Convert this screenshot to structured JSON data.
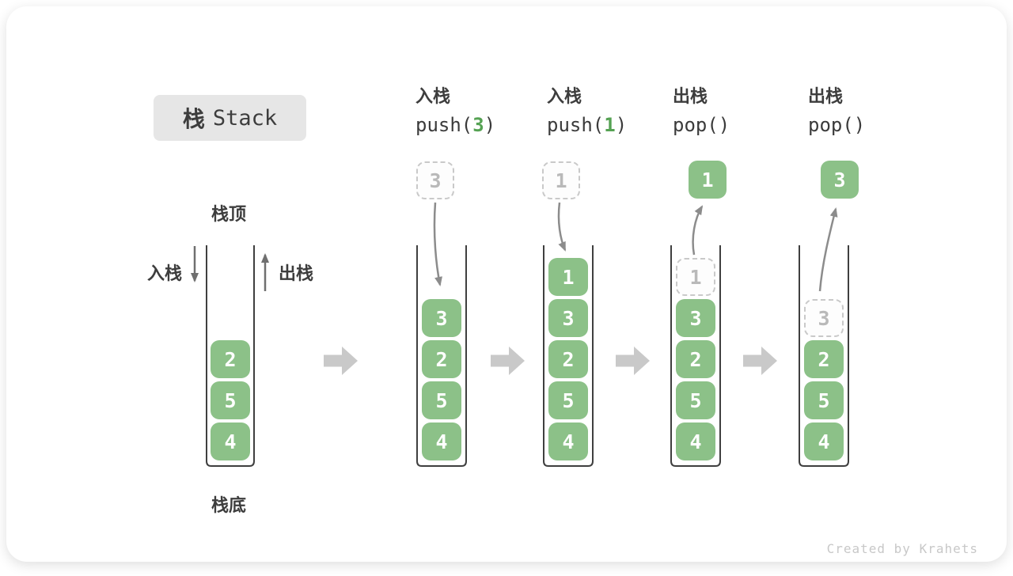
{
  "title": {
    "zh": "栈",
    "en": "Stack"
  },
  "side_labels": {
    "stack_top": "栈顶",
    "stack_bottom": "栈底",
    "push_direction": "入栈",
    "pop_direction": "出栈"
  },
  "columns": [
    {
      "label": "入栈",
      "code_pre": "push(",
      "arg": "3",
      "code_post": ")"
    },
    {
      "label": "入栈",
      "code_pre": "push(",
      "arg": "1",
      "code_post": ")"
    },
    {
      "label": "出栈",
      "code_pre": "pop(",
      "arg": "",
      "code_post": ")"
    },
    {
      "label": "出栈",
      "code_pre": "pop(",
      "arg": "",
      "code_post": ")"
    }
  ],
  "floating": [
    {
      "style": "dashed",
      "value": "3"
    },
    {
      "style": "dashed",
      "value": "1"
    },
    {
      "style": "solid",
      "value": "1"
    },
    {
      "style": "solid",
      "value": "3"
    }
  ],
  "stacks": [
    {
      "ghost": null,
      "items": [
        "2",
        "5",
        "4"
      ]
    },
    {
      "ghost": null,
      "items": [
        "3",
        "2",
        "5",
        "4"
      ]
    },
    {
      "ghost": null,
      "items": [
        "1",
        "3",
        "2",
        "5",
        "4"
      ]
    },
    {
      "ghost": "1",
      "items": [
        "3",
        "2",
        "5",
        "4"
      ]
    },
    {
      "ghost": "3",
      "items": [
        "2",
        "5",
        "4"
      ]
    }
  ],
  "icons": {
    "step_arrow": "right-block-arrow",
    "push_arrow": "down-arrow",
    "pop_arrow": "up-arrow"
  },
  "colors": {
    "cell_green": "#8cc188",
    "arg_green": "#55a253",
    "container_stroke": "#3f3f3f",
    "motion_arrow": "#8c8c8c",
    "direction_arrow": "#6f6f6f",
    "block_arrow": "#c9c9c9",
    "badge_bg": "#e6e6e6",
    "ghost_gray": "#b9b9b9",
    "text_dark": "#3d3d3d",
    "watermark_gray": "#c8c8c8"
  },
  "watermark": "Created by Krahets"
}
